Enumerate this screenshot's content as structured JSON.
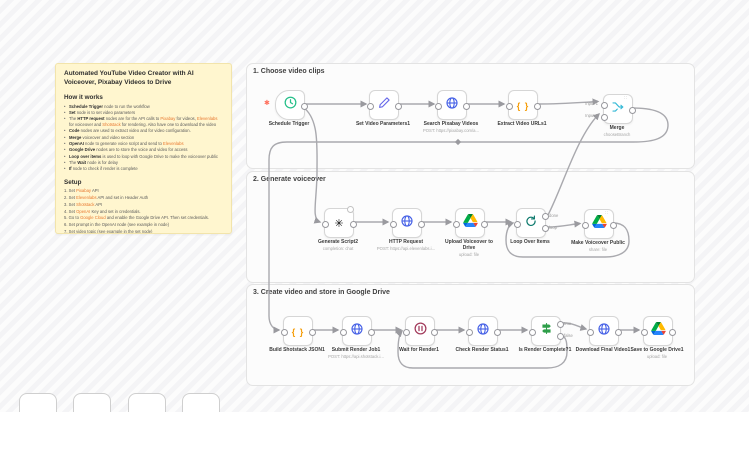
{
  "app_title": "n8n workflow canvas",
  "colors": {
    "sticky_bg": "#fff6cf",
    "link_orange": "#e8772e",
    "wire_gray": "#a9a9ae",
    "clock_green": "#27c08a",
    "pencil_indigo": "#6466e9",
    "globe_blue": "#4560e6",
    "braces_orange": "#f59e0b",
    "merge_teal": "#35b9d6",
    "loop_teal": "#0e7a6d",
    "pause_maroon": "#a23b5c",
    "if_green": "#2e9e49",
    "trigger_indicator_red": "#ff6d5a"
  },
  "sticky": {
    "title": "Automated YouTube Video Creator with AI Voiceover, Pixabay Videos to Drive",
    "how_heading": "How it works",
    "how_items": [
      "<b>Schedule Trigger</b> node to run the workflow",
      "<b>Set</b> node is to set video parameters",
      "The <b>HTTP request</b> nodes are for the API calls to <span class='lk'>Pixabay</span> for videos, <span class='lk'>Elevenlabs</span> for voiceover and <span class='lk'>Shotstack</span> for rendering. Also have one to download the video",
      "<b>Code</b> nodes are used to extract video and for video configuration.",
      "<b>Merge</b> voiceover and video section",
      "<b>OpenAI</b> node to generate voice script and send to <span class='lk'>Elevenlabs</span>",
      "<b>Google Drive</b> nodes are to store the voice and video for access",
      "<b>Loop over items</b> is used to loop with Google Drive to make the voiceover public",
      "The <b>Wait</b> node is for delay",
      "<b>If</b> node to check if render is complete"
    ],
    "setup_heading": "Setup",
    "setup_items": [
      "1. Set <span class='lk'>Pixabay</span> API",
      "2. Set <span class='lk'>Elevenlabs</span> API and set in Header Auth",
      "3. Set <span class='lk'>Shotstack</span> API",
      "4. Set <span class='lk'>OpenAI</span> Key and set in credentials.",
      "5. Go to <span class='lk'>Google Cloud</span> and enable the Google Drive API. Then set credentials.",
      "6. Set prompt in the OpenAI node (see example in node)",
      "7. Set video topic (see example in the set node)"
    ]
  },
  "sections": [
    {
      "title": "1. Choose video clips",
      "nodes": [
        {
          "id": "schedule-trigger",
          "label": "Schedule Trigger",
          "icon": "clock-icon",
          "trigger": true,
          "indicator": "✱"
        },
        {
          "id": "set-video-parameters",
          "label": "Set Video Parameters1",
          "icon": "pencil-icon"
        },
        {
          "id": "search-pixabay-videos",
          "label": "Search Pixabay Videos",
          "sub": "POST: https://pixabay.com/a...",
          "icon": "globe-icon"
        },
        {
          "id": "extract-video-urls",
          "label": "Extract Video URLs1",
          "icon": "code-braces-icon"
        },
        {
          "id": "merge",
          "label": "Merge",
          "sub": "chooseBranch",
          "icon": "merge-icon",
          "inputs": [
            "Input 1",
            "Input 2"
          ],
          "badge": "grip"
        }
      ]
    },
    {
      "title": "2. Generate voiceover",
      "nodes": [
        {
          "id": "generate-script",
          "label": "Generate Script2",
          "sub": "completion: chat",
          "icon": "openai-icon",
          "badge": "circle"
        },
        {
          "id": "http-request",
          "label": "HTTP Request",
          "sub": "POST: https://api.elevenlabs.i...",
          "icon": "globe-icon"
        },
        {
          "id": "upload-voiceover-to-drive",
          "label": "Upload Voiceover to Drive",
          "sub": "upload: file",
          "icon": "google-drive-icon"
        },
        {
          "id": "loop-over-items",
          "label": "Loop Over Items",
          "icon": "loop-icon",
          "outputs": [
            "done",
            "loop"
          ]
        },
        {
          "id": "make-voiceover-public",
          "label": "Make Voiceover Public",
          "sub": "share: file",
          "icon": "google-drive-icon",
          "badge": "grip"
        }
      ]
    },
    {
      "title": "3. Create video and store in Google Drive",
      "nodes": [
        {
          "id": "build-shotstack-json",
          "label": "Build Shotstack JSON1",
          "icon": "code-braces-icon"
        },
        {
          "id": "submit-render-job",
          "label": "Submit Render Job1",
          "sub": "POST: https://api.shotstack.i...",
          "icon": "globe-icon"
        },
        {
          "id": "wait-for-render",
          "label": "Wait for Render1",
          "icon": "pause-icon"
        },
        {
          "id": "check-render-status",
          "label": "Check Render Status1",
          "icon": "globe-icon"
        },
        {
          "id": "is-render-complete",
          "label": "Is Render Complete?1",
          "icon": "if-icon",
          "outputs": [
            "true",
            "false"
          ]
        },
        {
          "id": "download-final-video",
          "label": "Download Final Video1",
          "icon": "globe-icon"
        },
        {
          "id": "save-to-google-drive",
          "label": "Save to Google Drive1",
          "sub": "upload: file",
          "icon": "google-drive-icon"
        }
      ]
    }
  ]
}
